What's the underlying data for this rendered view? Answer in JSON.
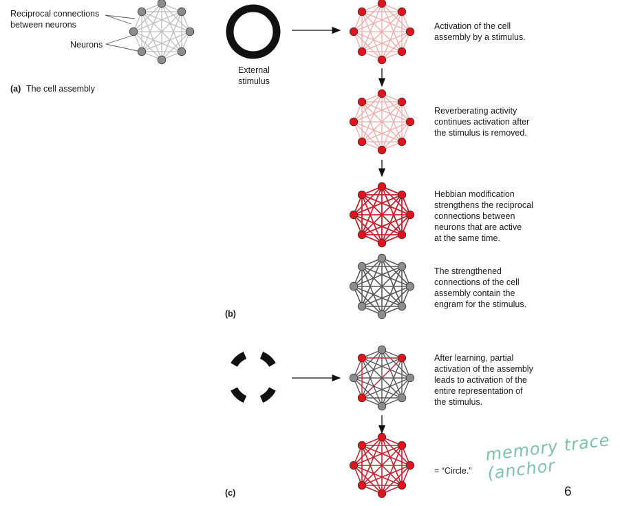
{
  "colors": {
    "gray_node": "#8c8c8c",
    "red_node": "#e0141d",
    "faint_link": "#f0aaa6",
    "strong_link": "#c8202d",
    "gray_link": "#585858",
    "light_gray_link": "#bdbdbd",
    "handwriting": "#7cc1aa"
  },
  "panel_a": {
    "label_letter": "(a)",
    "caption": "The cell assembly",
    "label_connections": "Reciprocal connections\nbetween neurons",
    "label_neurons": "Neurons"
  },
  "panel_b": {
    "label_letter": "(b)",
    "stimulus_label": "External\nstimulus",
    "steps": [
      {
        "text": "Activation of the cell\nassembly by a stimulus."
      },
      {
        "text": "Reverberating activity\ncontinues activation after\nthe stimulus is removed."
      },
      {
        "text": "Hebbian modification\nstrengthens the reciprocal\nconnections between\nneurons that are active\nat the same time."
      },
      {
        "text": "The strengthened\nconnections of the cell\nassembly contain the\nengram for the stimulus."
      }
    ]
  },
  "panel_c": {
    "label_letter": "(c)",
    "steps": [
      {
        "text": "After learning, partial\nactivation of the assembly\nleads to activation of the\nentire representation of\nthe stimulus."
      },
      {
        "text": "= “Circle.”"
      }
    ]
  },
  "annotation": {
    "line1": "memory trace",
    "line2": "(anchor"
  },
  "page_number": "6"
}
